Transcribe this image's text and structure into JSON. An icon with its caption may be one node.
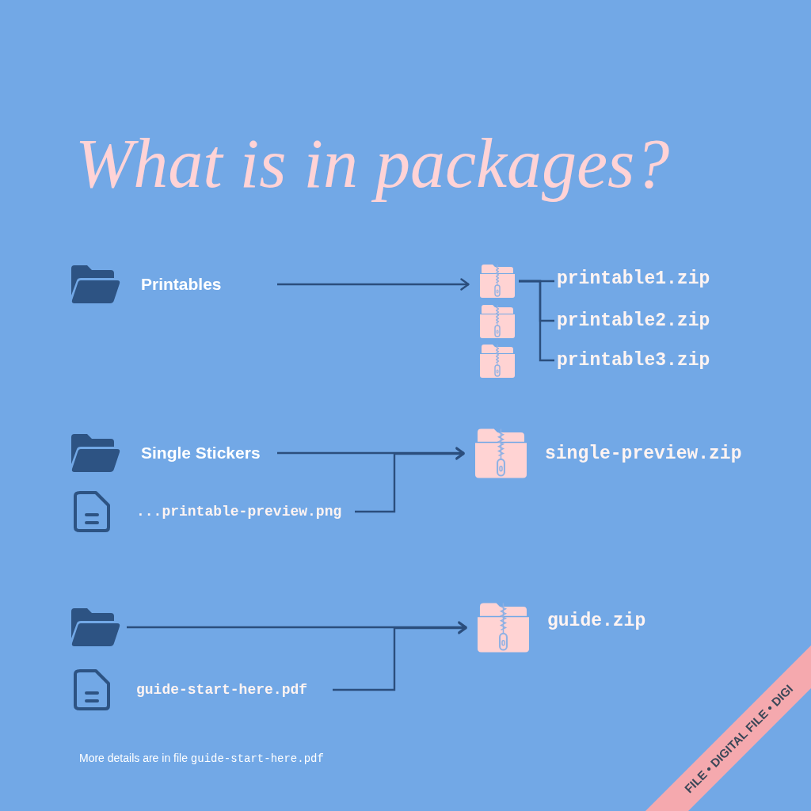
{
  "diagram": {
    "title": "What is in packages?",
    "nodes": [
      {
        "text": [
          "Printables"
        ]
      },
      {
        "text": [],
        "shape": "folder"
      },
      {
        "text": [
          "printable1.zip"
        ]
      },
      {
        "text": [
          "printable2.zip"
        ]
      },
      {
        "text": [
          "printable3.zip"
        ]
      },
      {
        "text": [
          "Single Stickers"
        ]
      },
      {
        "text": [
          "...printable-preview.png"
        ]
      },
      {
        "text": [
          "single-preview.zip"
        ]
      },
      {
        "text": [],
        "shape": "folder"
      },
      {
        "text": [
          "guide-start-here.pdf"
        ]
      },
      {
        "text": [
          "guide.zip"
        ]
      }
    ],
    "edges": [
      {
        "from": 0,
        "to": 1,
        "arrow": "to"
      },
      {
        "from": 1,
        "to": 2,
        "arrow": "none"
      },
      {
        "from": 1,
        "to": 3,
        "arrow": "none"
      },
      {
        "from": 1,
        "to": 4,
        "arrow": "none"
      },
      {
        "from": 5,
        "to": 7,
        "arrow": "to"
      },
      {
        "from": 6,
        "to": 7,
        "arrow": "to"
      },
      {
        "from": 8,
        "to": 10,
        "arrow": "to"
      },
      {
        "from": 9,
        "to": 10,
        "arrow": "to"
      }
    ],
    "labels": [
      "More details are in file guide-start-here.pdf",
      "FILE • DIGITAL FILE • DIGI"
    ]
  }
}
